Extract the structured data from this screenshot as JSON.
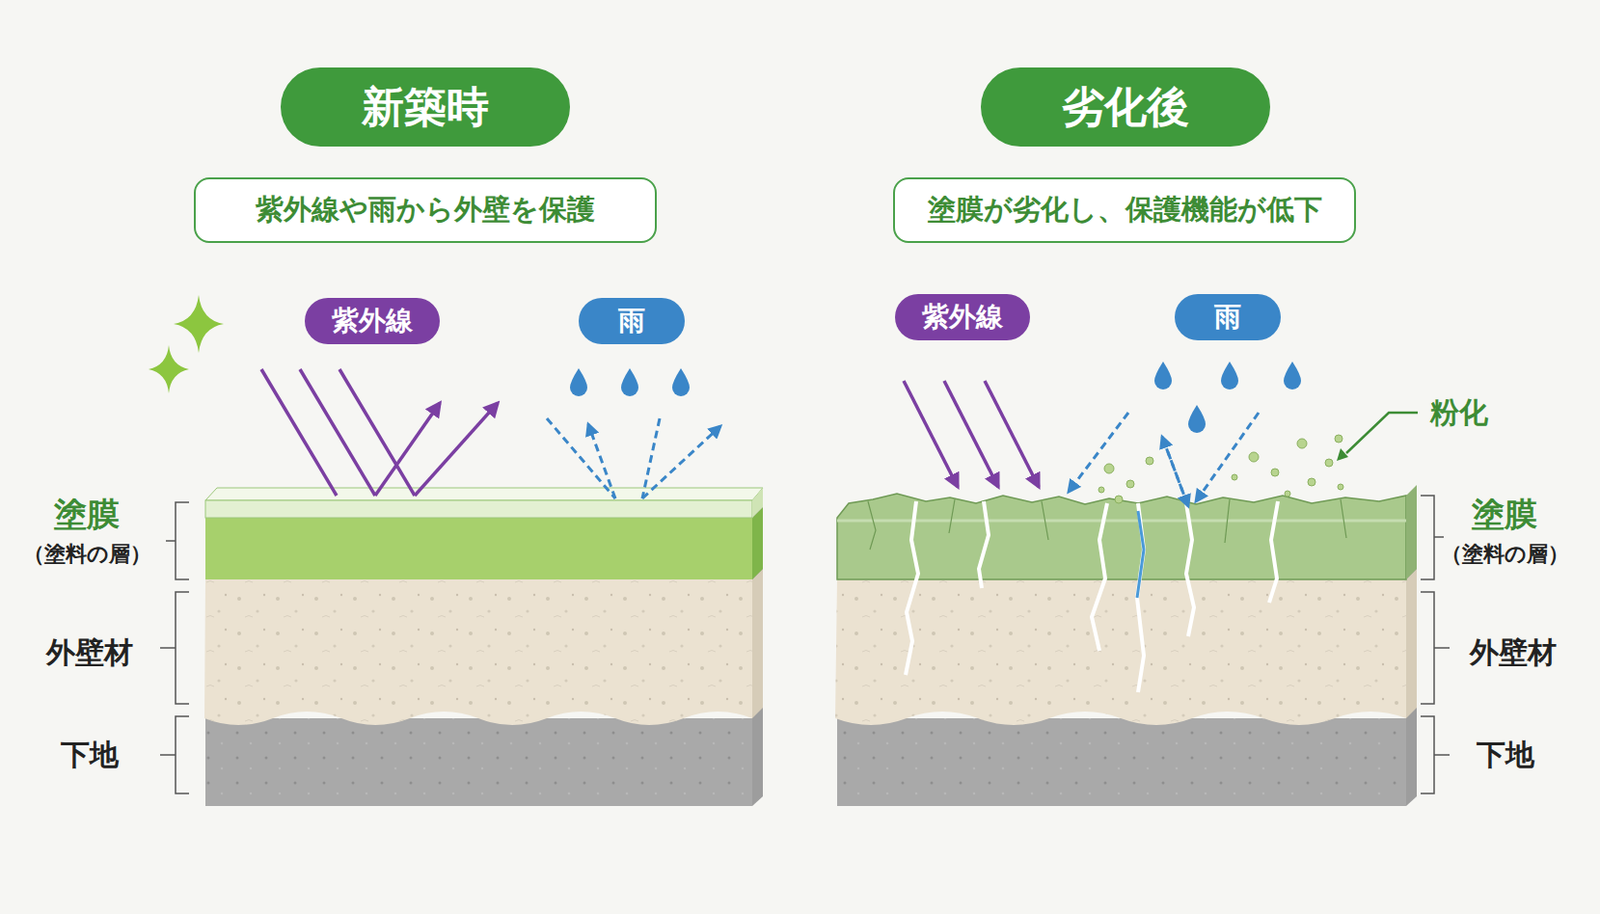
{
  "diagram": {
    "nodes": [
      {
        "text": [
          "新築時"
        ]
      },
      {
        "text": [
          "紫外線や雨から外壁を保護"
        ]
      },
      {
        "text": [
          "紫外線"
        ]
      },
      {
        "text": [
          "雨"
        ]
      },
      {
        "text": [
          "劣化後"
        ]
      },
      {
        "text": [
          "塗膜が劣化し、保護機能が低下"
        ]
      },
      {
        "text": [
          "紫外線"
        ]
      },
      {
        "text": [
          "雨"
        ]
      }
    ],
    "labels": [
      "塗膜",
      "（塗料の層）",
      "外壁材",
      "下地",
      "粉化",
      "塗膜",
      "（塗料の層）",
      "外壁材",
      "下地"
    ]
  }
}
